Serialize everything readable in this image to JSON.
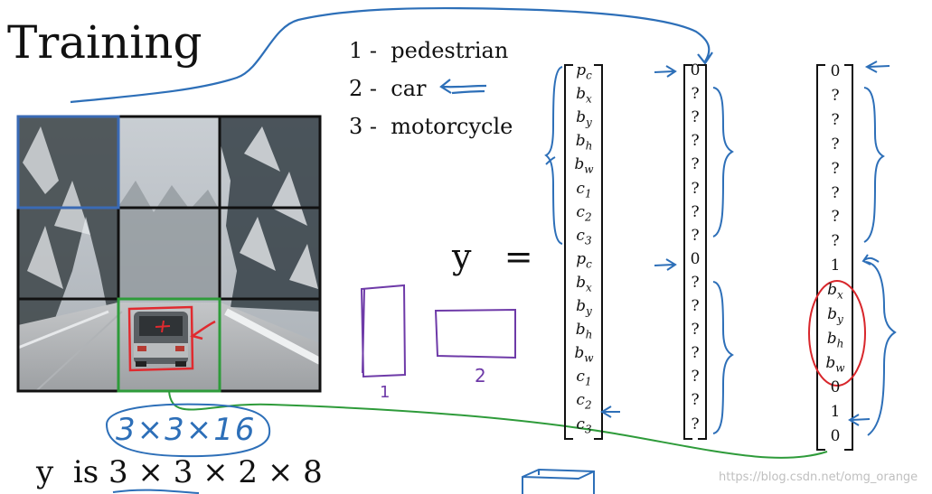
{
  "slide": {
    "title": "Training",
    "y_label": "y   =",
    "shape_label": "y  is 3 × 3 × 2 × 8",
    "watermark": "https://blog.csdn.net/omg_orange"
  },
  "classes": [
    {
      "text": "1 -  pedestrian"
    },
    {
      "text": "2 -  car"
    },
    {
      "text": "3 -  motorcycle"
    }
  ],
  "vector_labels": [
    "p",
    "b",
    "b",
    "b",
    "b",
    "c",
    "c",
    "c",
    "p",
    "b",
    "b",
    "b",
    "b",
    "c",
    "c",
    "c"
  ],
  "vector_subs": [
    "c",
    "x",
    "y",
    "h",
    "w",
    "1",
    "2",
    "3",
    "c",
    "x",
    "y",
    "h",
    "w",
    "1",
    "2",
    "3"
  ],
  "column_a": [
    "0",
    "?",
    "?",
    "?",
    "?",
    "?",
    "?",
    "?",
    "0",
    "?",
    "?",
    "?",
    "?",
    "?",
    "?",
    "?"
  ],
  "column_b": [
    "0",
    "?",
    "?",
    "?",
    "?",
    "?",
    "?",
    "?",
    "1",
    "b",
    "b",
    "b",
    "b",
    "0",
    "1",
    "0"
  ],
  "column_b_subs": [
    "",
    "",
    "",
    "",
    "",
    "",
    "",
    "",
    "",
    "x",
    "y",
    "h",
    "w",
    "",
    "",
    ""
  ],
  "annotations": {
    "grid_output": "3×3×16",
    "anchor_1": "1",
    "anchor_2": "2"
  },
  "colors": {
    "blue_ink": "#2d6fb8",
    "green_ink": "#2e8b2e",
    "red_ink": "#d8262b",
    "purple_ink": "#6e3aa8"
  }
}
